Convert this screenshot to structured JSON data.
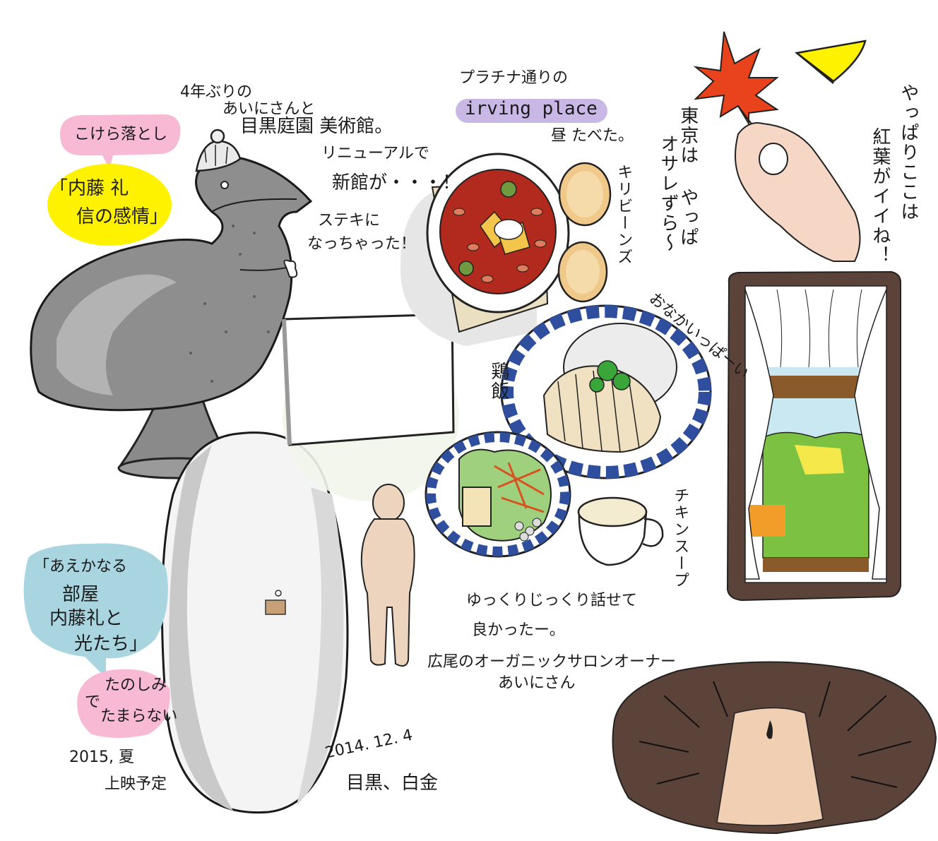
{
  "kokeshi": {
    "tag": "こけら落とし",
    "exhibit_line1": "「内藤 礼",
    "exhibit_line2": "信の感情」"
  },
  "visit": {
    "line1": "4年ぶりの",
    "line2": "あいにさんと",
    "line3": "目黒庭園 美術館。",
    "renewal": "リニューアルで",
    "new_wing": "新館が・・・！",
    "became1": "ステキに",
    "became2": "なっちゃった！"
  },
  "lunch": {
    "street": "プラチナ通りの",
    "restaurant": "irving place",
    "ate": "昼 たべた。",
    "beans": "キリビーンズ",
    "full": "おなかいっぱーい",
    "rice": "鶏飯",
    "soup": "チキンスープ"
  },
  "autumn": {
    "tokyo": "東京は やっぱ",
    "stylish": "オサレずら〜",
    "leaves1": "やっぱりここは",
    "leaves2": "紅葉がイイね！"
  },
  "talk": {
    "line1": "ゆっくりじっくり話せて",
    "line2": "良かったー。",
    "line3": "広尾のオーガニックサロンオーナー",
    "line4": "あいにさん"
  },
  "movie": {
    "line1": "「あえかなる",
    "line2": "部屋",
    "line3": "内藤礼と",
    "line4": "光たち」",
    "looking1": "たのしみ",
    "looking2": "で",
    "looking3": "たまらない",
    "release1": "2015, 夏",
    "release2": "上映予定"
  },
  "date": {
    "line1": "2014. 12. 4",
    "line2": "目黒、白金"
  },
  "colors": {
    "leaf": "#e8431c",
    "kokeshi_tag": "#f7b9d3",
    "exhibit_highlight": "#fff200",
    "restaurant_highlight": "#c9b8e6",
    "movie_bubble": "#a8d5df",
    "looking_bubble": "#f7b9d3",
    "window_frame": "#5b4339",
    "stew": "#b22a1e"
  }
}
